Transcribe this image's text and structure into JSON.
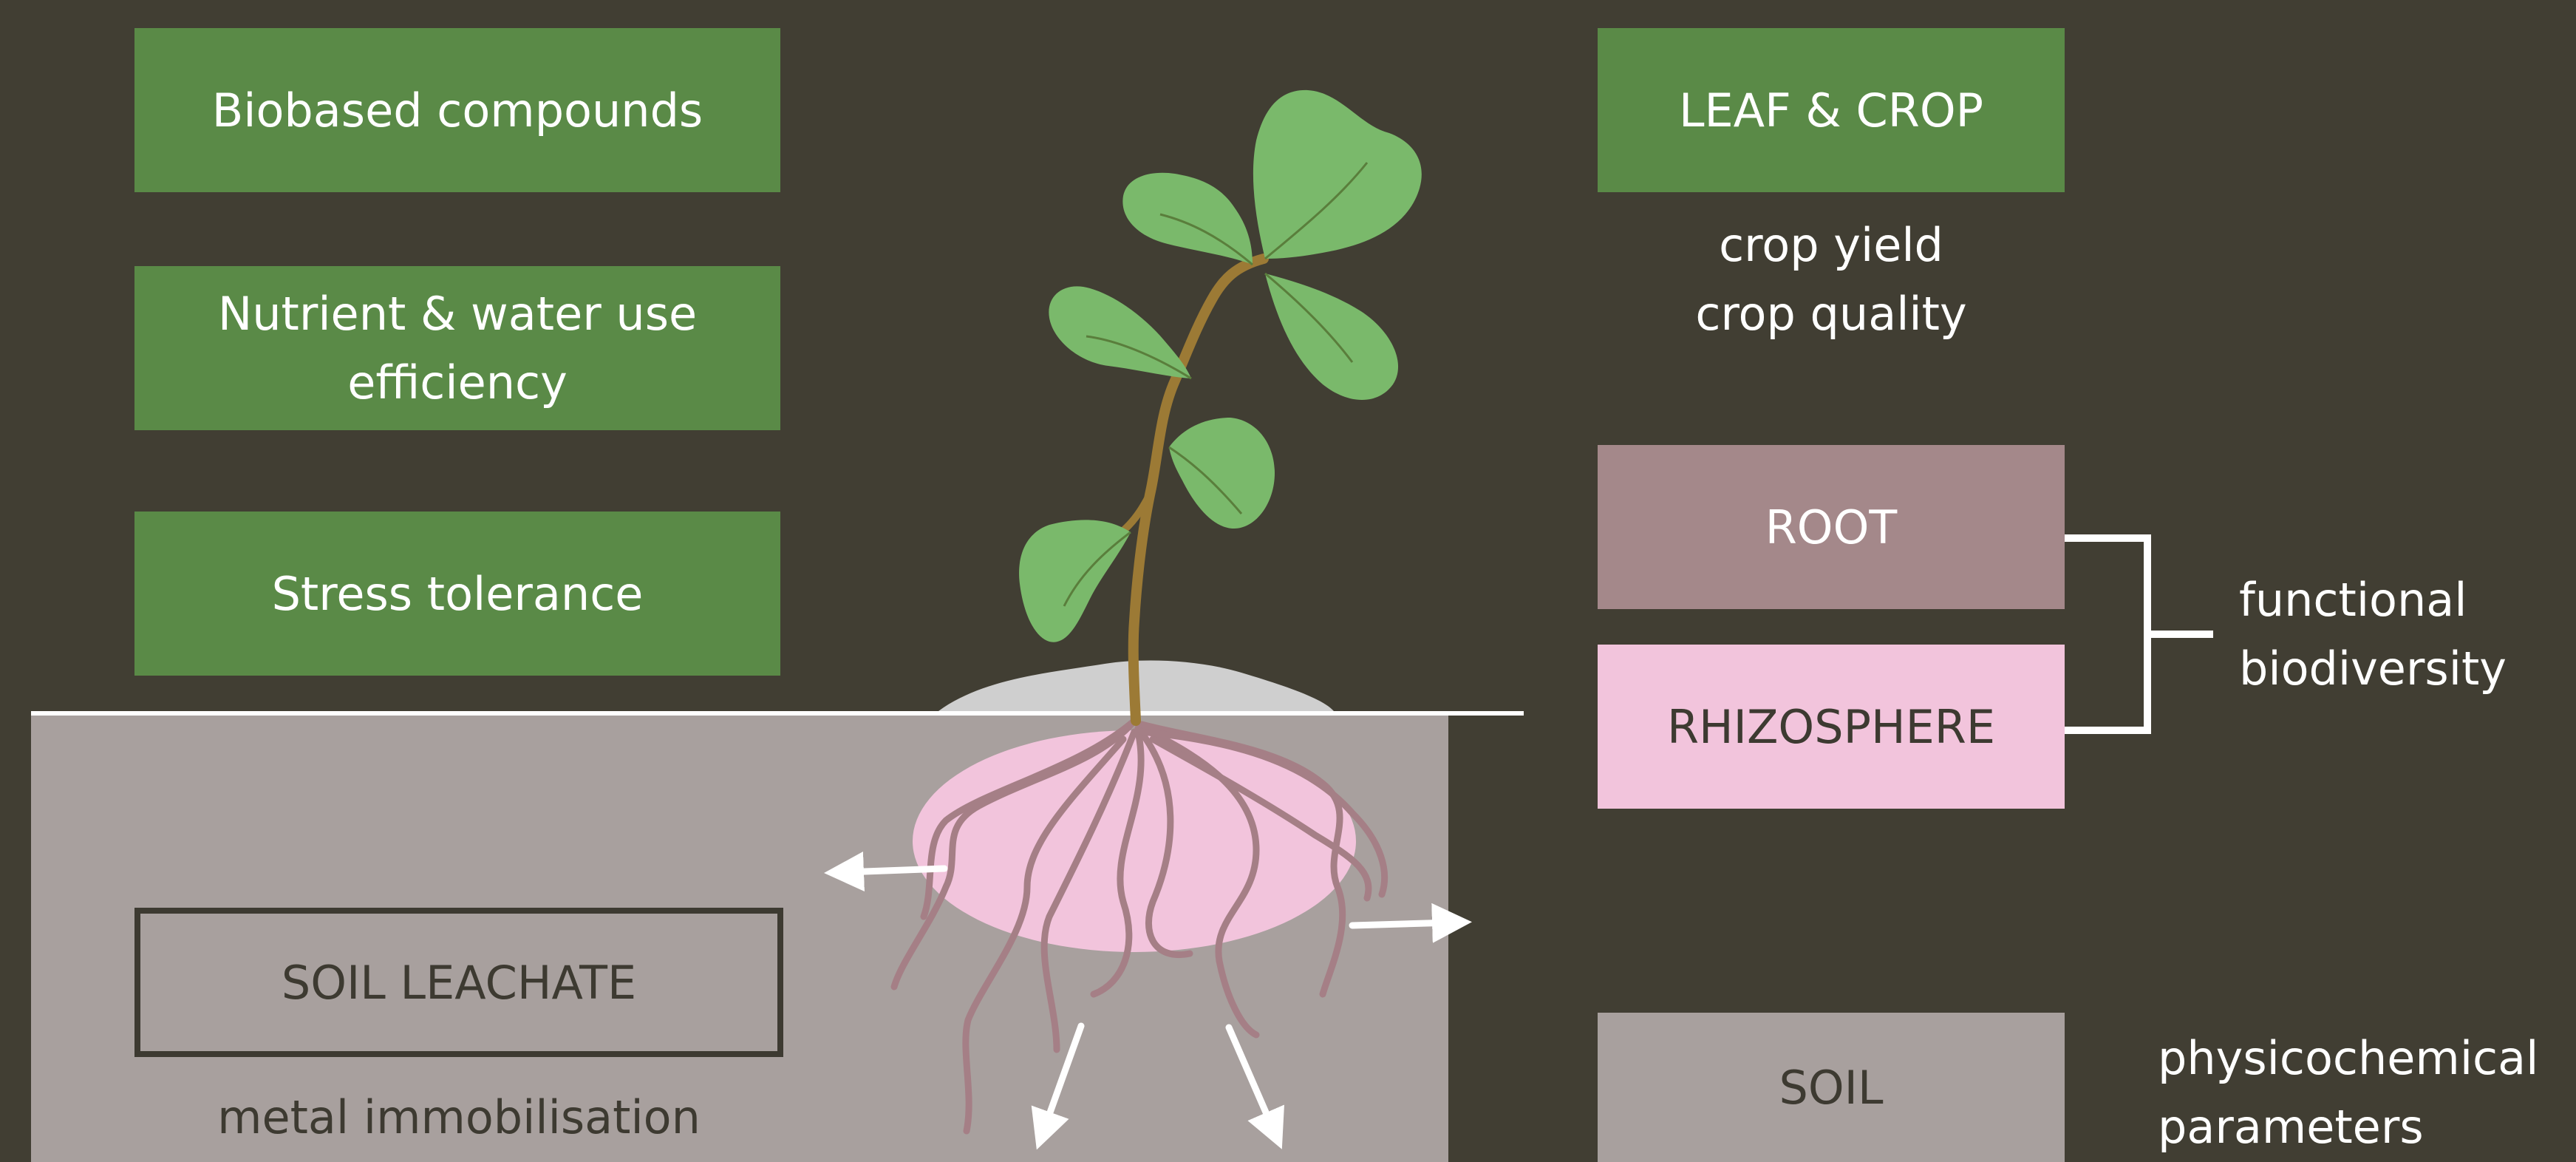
{
  "left_panel": {
    "biobased": "Biobased compounds",
    "nutrient_line1": "Nutrient & water use",
    "nutrient_line2": "efficiency",
    "stress": "Stress tolerance",
    "soil_leachate": "SOIL LEACHATE",
    "soil_leachate_caption": "metal immobilisation"
  },
  "right_panel": {
    "leaf_crop": "LEAF & CROP",
    "leaf_crop_caption_line1": "crop yield",
    "leaf_crop_caption_line2": "crop quality",
    "root": "ROOT",
    "rhizosphere": "RHIZOSPHERE",
    "bracket_caption_line1": "functional",
    "bracket_caption_line2": "biodiversity",
    "soil": "SOIL",
    "soil_caption_line1": "physicochemical",
    "soil_caption_line2": "parameters"
  },
  "colors": {
    "background": "#413e33",
    "green_box": "#5a8a47",
    "root_box": "#a4888a",
    "rhizosphere_box": "#f2c4dc",
    "soil_box": "#a8a09e",
    "soil_area": "#a8a09e",
    "leaf": "#7ab96b",
    "stem": "#9c7a35"
  }
}
